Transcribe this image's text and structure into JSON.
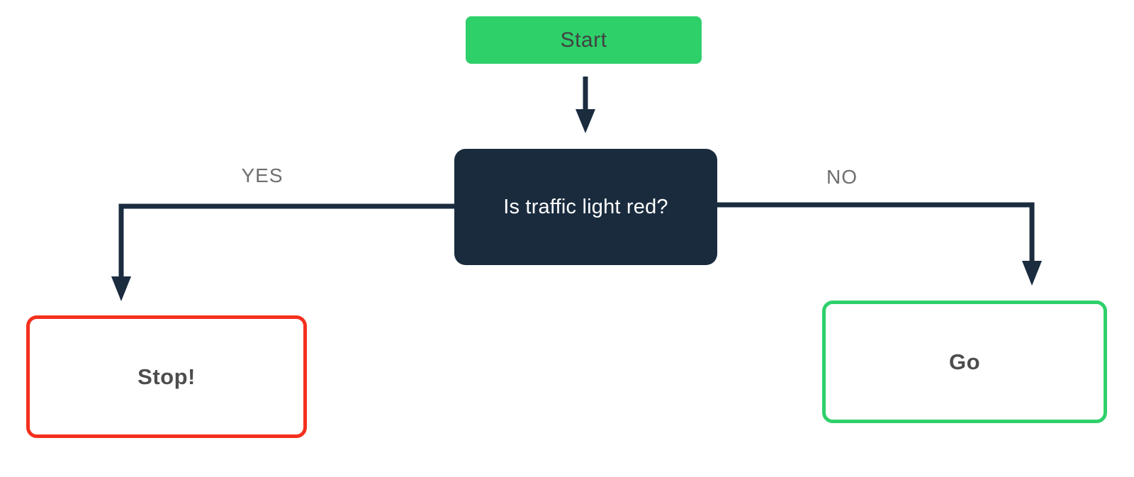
{
  "diagram": {
    "nodes": {
      "start": {
        "label": "Start"
      },
      "decision": {
        "label": "Is traffic light red?"
      },
      "stop": {
        "label": "Stop!"
      },
      "go": {
        "label": "Go"
      }
    },
    "edge_labels": {
      "yes": "YES",
      "no": "NO"
    },
    "colors": {
      "green": "#2ED06A",
      "navy": "#1A2B3E",
      "red": "#F4301E",
      "connector": "#1B2C3F",
      "edge_label_gray": "#6F6F6F",
      "start_text": "#424242",
      "outcome_text": "#4D4D4D",
      "decision_text": "#FFFFFF",
      "background": "#FFFFFF"
    }
  }
}
